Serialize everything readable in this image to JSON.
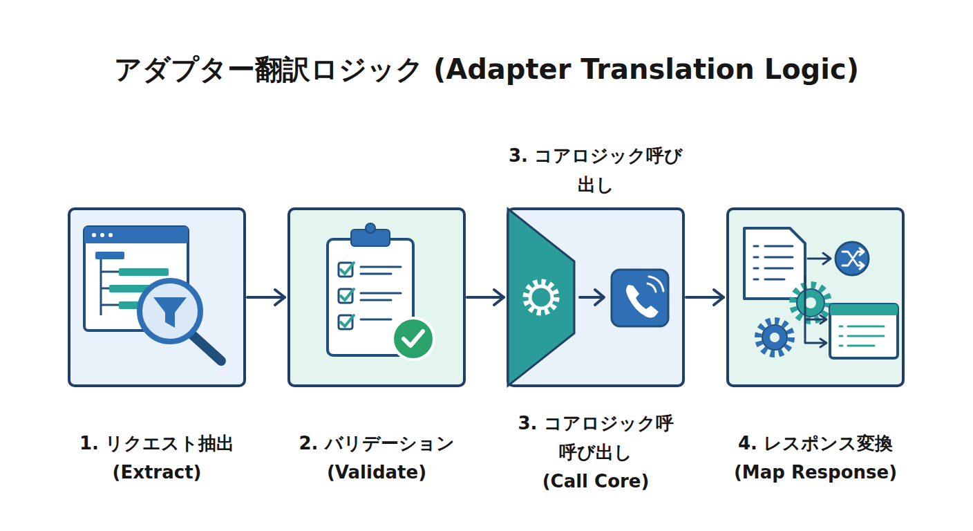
{
  "diagram": {
    "title": "アダプター翻訳ロジック (Adapter Translation Logic)",
    "nodes": [
      {
        "text": [
          "1. リクエスト抽出",
          "(Extract)"
        ]
      },
      {
        "text": [
          "2. バリデーション",
          "(Validate)"
        ]
      },
      {
        "text": [
          "3. コアロジック呼び 出し",
          "3. コアロジック呼 呼び出し",
          "(Call Core)"
        ]
      },
      {
        "text": [
          "4. レスポンス変換",
          "(Map Response)"
        ]
      }
    ],
    "edges": [
      {
        "from": 0,
        "to": 1,
        "arrow": "to"
      },
      {
        "from": 1,
        "to": 2,
        "arrow": "to"
      },
      {
        "from": 2,
        "to": 3,
        "arrow": "to"
      }
    ]
  }
}
